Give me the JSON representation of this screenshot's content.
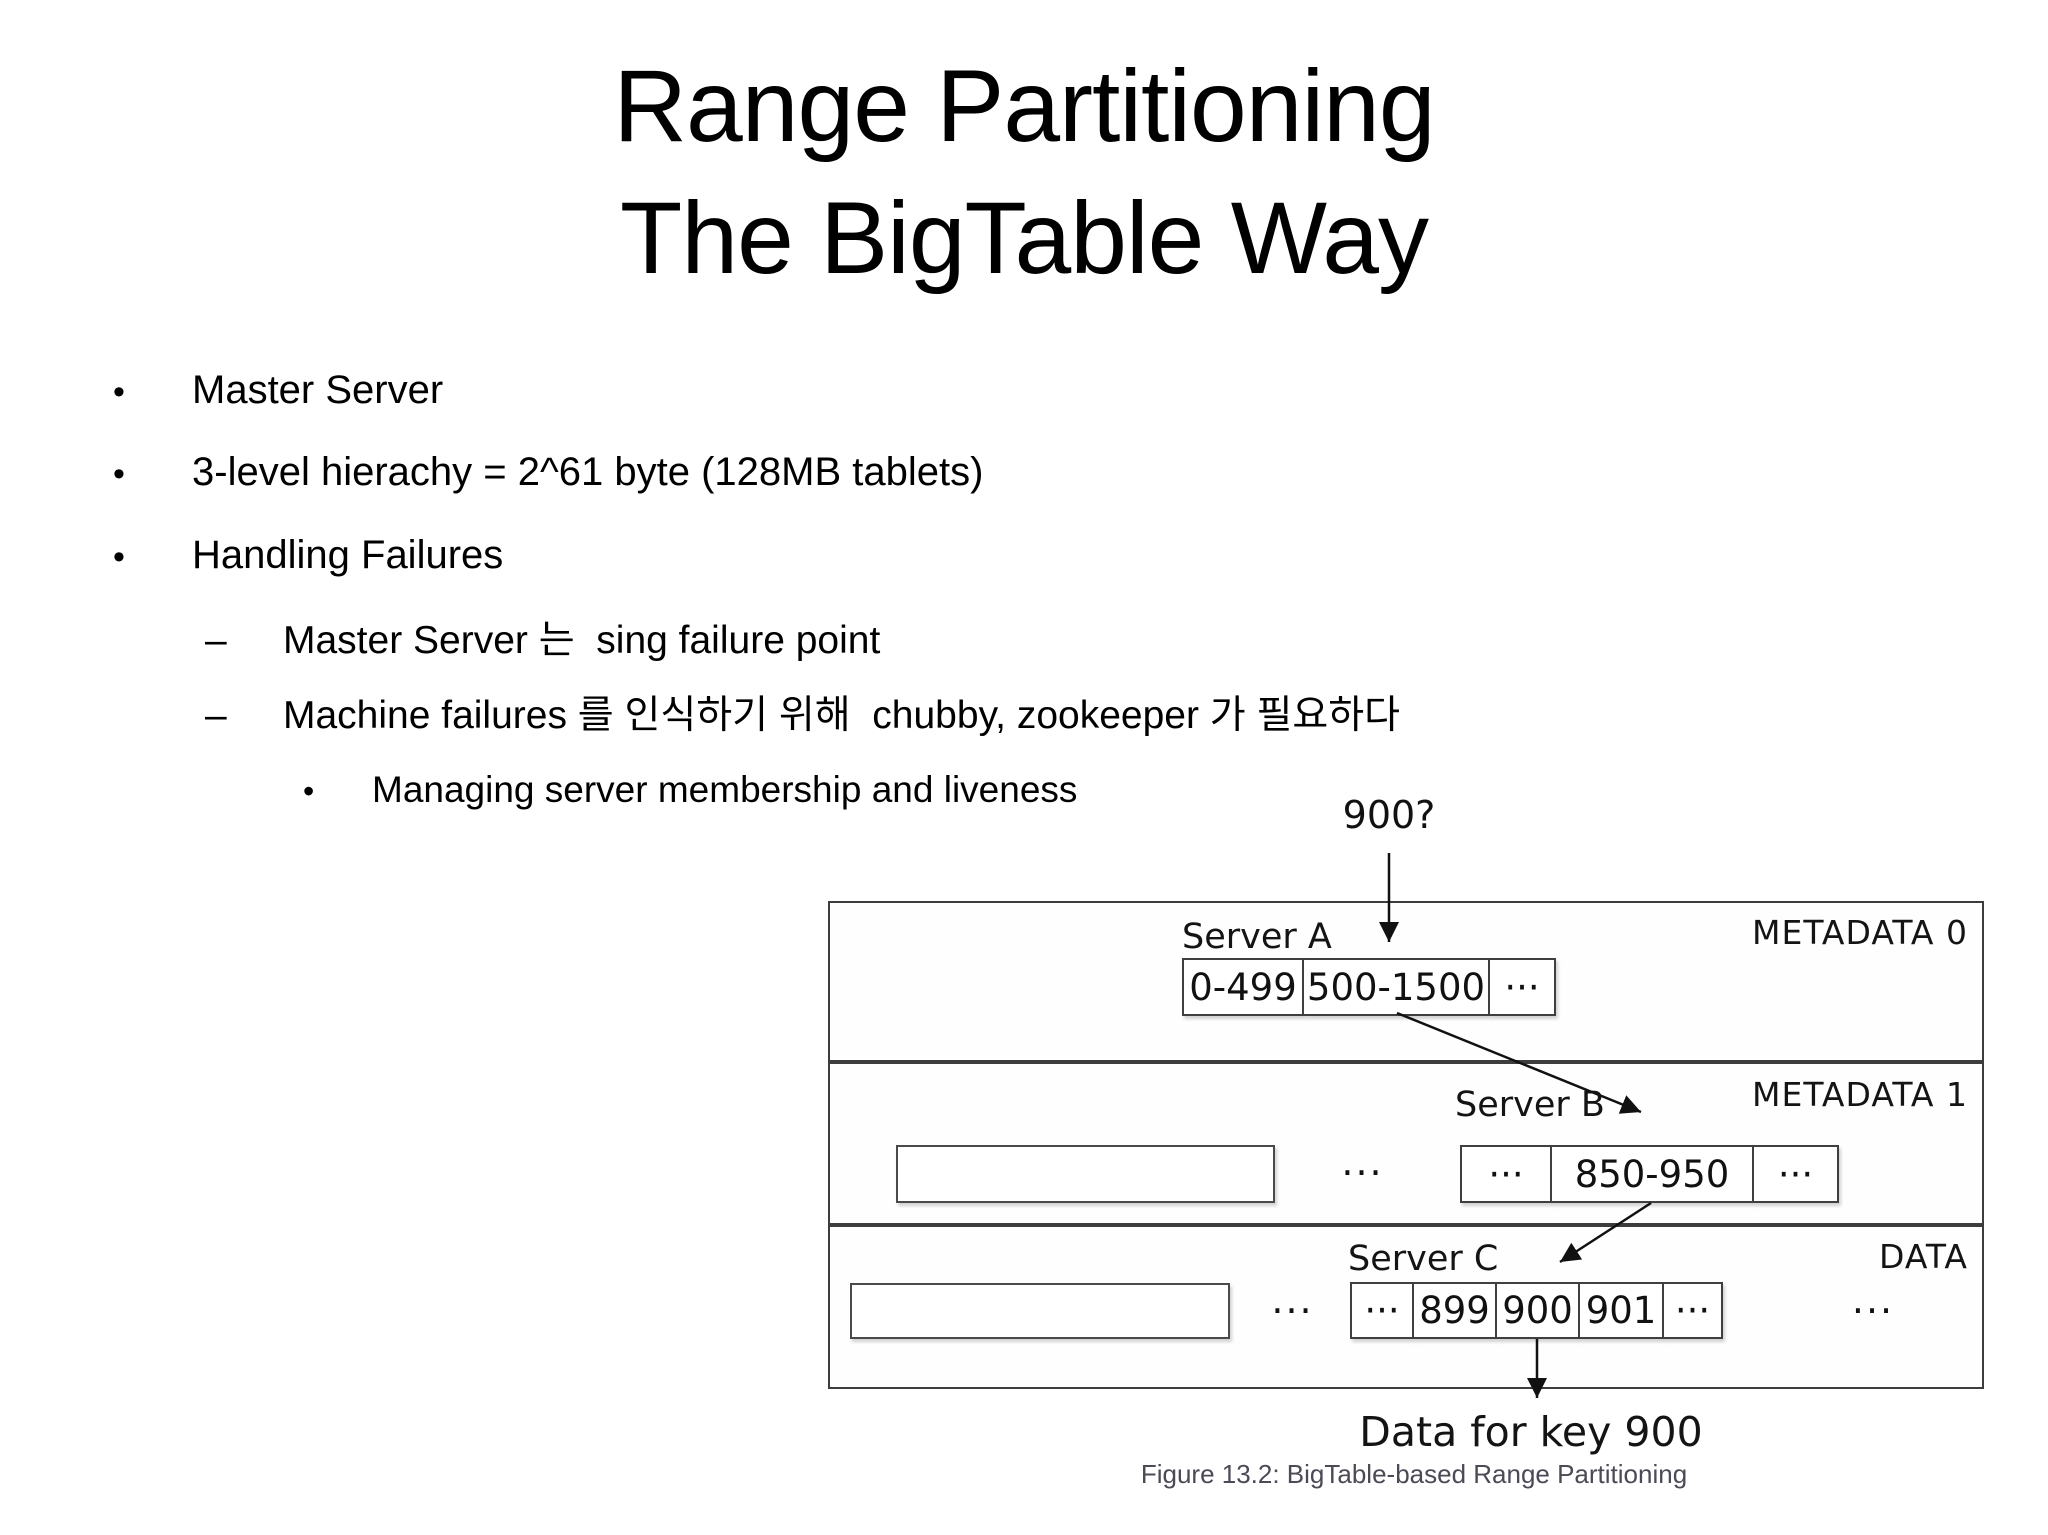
{
  "slide": {
    "title": {
      "line1": "Range Partitioning",
      "line2": "The BigTable Way"
    },
    "bullets": [
      {
        "level": 1,
        "marker": "•",
        "text": "Master Server"
      },
      {
        "level": 1,
        "marker": "•",
        "text": "3-level hierachy = 2^61 byte (128MB tablets)"
      },
      {
        "level": 1,
        "marker": "•",
        "text": "Handling Failures"
      },
      {
        "level": 2,
        "marker": "–",
        "text": "Master Server 는  sing failure point"
      },
      {
        "level": 2,
        "marker": "–",
        "text": "Machine failures 를 인식하기 위해  chubby, zookeeper 가 필요하다"
      },
      {
        "level": 3,
        "marker": "•",
        "text": "Managing server membership and liveness"
      }
    ]
  },
  "figure": {
    "query_label": "900?",
    "metadata0": {
      "section_label": "METADATA 0",
      "server_label": "Server A",
      "cells": [
        "0-499",
        "500-1500",
        "···"
      ]
    },
    "metadata1": {
      "section_label": "METADATA 1",
      "left_ellipsis": "···",
      "server_label": "Server B",
      "cells": [
        "···",
        "850-950",
        "···"
      ]
    },
    "data": {
      "section_label": "DATA",
      "left_ellipsis": "···",
      "server_label": "Server C",
      "cells": [
        "···",
        "899",
        "900",
        "901",
        "···"
      ],
      "right_ellipsis": "···"
    },
    "result_label": "Data for key 900",
    "caption": "Figure 13.2: BigTable-based Range Partitioning"
  },
  "appearance": {
    "background": "#ffffff",
    "text_color": "#000000",
    "figure_border_color": "#3d3d3d",
    "arrow_color": "#111111",
    "caption_color": "#4b4a55"
  }
}
